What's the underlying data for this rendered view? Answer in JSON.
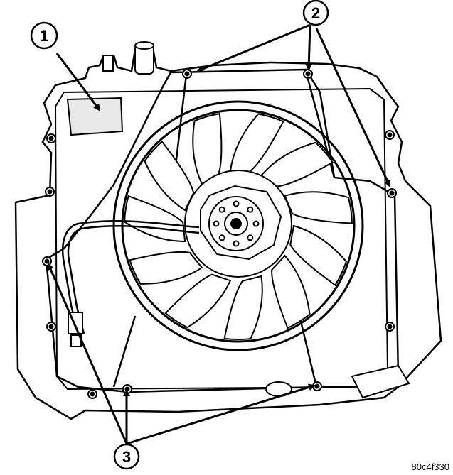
{
  "callouts": [
    {
      "number": "1"
    },
    {
      "number": "2"
    },
    {
      "number": "3"
    }
  ],
  "figure_code": "80c4f330",
  "colors": {
    "line": "#000000",
    "fill": "#ffffff",
    "shade": "#d8d8d8"
  }
}
